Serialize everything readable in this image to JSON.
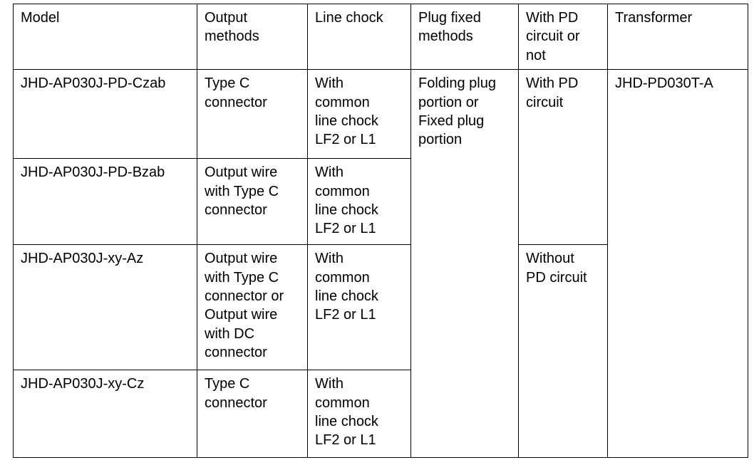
{
  "table": {
    "columns": [
      {
        "key": "model",
        "label": "Model"
      },
      {
        "key": "output",
        "label": "Output\nmethods"
      },
      {
        "key": "chock",
        "label": "Line chock"
      },
      {
        "key": "plug",
        "label": "Plug fixed\nmethods"
      },
      {
        "key": "pd",
        "label": "With PD\ncircuit or\nnot"
      },
      {
        "key": "transformer",
        "label": "Transformer"
      }
    ],
    "rows": [
      {
        "model": "JHD-AP030J-PD-Czab",
        "output": "Type C\nconnector",
        "chock": "With\ncommon\nline chock\nLF2 or L1",
        "plug": "Folding plug\nportion or\nFixed plug\nportion",
        "pd": "With PD\ncircuit",
        "transformer": "JHD-PD030T-A"
      },
      {
        "model": "JHD-AP030J-PD-Bzab",
        "output": "Output wire\nwith Type C\nconnector",
        "chock": "With\ncommon\nline chock\nLF2 or L1"
      },
      {
        "model": "JHD-AP030J-xy-Az",
        "output": "Output wire\nwith Type C\nconnector or\nOutput wire\nwith DC\nconnector",
        "chock": "With\ncommon\nline chock\nLF2 or L1",
        "pd": "Without\nPD circuit"
      },
      {
        "model": "JHD-AP030J-xy-Cz",
        "output": "Type C\nconnector",
        "chock": "With\ncommon\nline chock\nLF2 or L1"
      }
    ]
  },
  "style": {
    "border_color": "#000000",
    "text_color": "#000000",
    "background": "#ffffff"
  }
}
